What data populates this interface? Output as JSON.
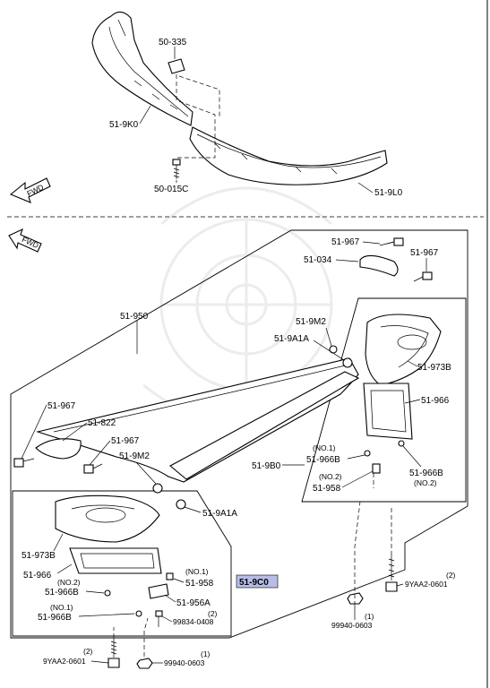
{
  "labels": {
    "p50_335": "50-335",
    "p51_9K0": "51-9K0",
    "p50_015C": "50-015C",
    "p51_9L0": "51-9L0",
    "fwd_top": "FWD",
    "fwd_mid": "FWD",
    "p51_950": "51-950",
    "p51_967_a": "51-967",
    "p51_034": "51-034",
    "p51_967_b": "51-967",
    "p51_9M2_a": "51-9M2",
    "p51_9A1A_a": "51-9A1A",
    "p51_973B_a": "51-973B",
    "p51_966_a": "51-966",
    "p51_967_c": "51-967",
    "p51_822": "51-822",
    "p51_967_d": "51-967",
    "p51_9M2_b": "51-9M2",
    "p51_9B0": "51-9B0",
    "no1_a": "(NO.1)",
    "p51_966B_a": "51-966B",
    "no2_a": "(NO.2)",
    "p51_958_a": "51-958",
    "p51_966B_b": "51-966B",
    "no2_b": "(NO.2)",
    "p51_9A1A_b": "51-9A1A",
    "p51_973B_b": "51-973B",
    "p51_966_b": "51-966",
    "no2_c": "(NO.2)",
    "p51_966B_c": "51-966B",
    "no1_b": "(NO.1)",
    "p51_958_b": "51-958",
    "p51_9C0": "51-9C0",
    "p51_956A": "51-956A",
    "no1_c": "(NO.1)",
    "p51_966B_d": "51-966B",
    "p99834_0408": "99834-0408",
    "qty2_a": "(2)",
    "p9YAA2_0601_a": "9YAA2-0601",
    "qty1_a": "(1)",
    "p99940_0603_a": "99940-0603",
    "qty2_b": "(2)",
    "p9YAA2_0601_b": "9YAA2-0601",
    "qty1_b": "(1)",
    "p99940_0603_b": "99940-0603"
  },
  "colors": {
    "highlight": "#b7bde6",
    "line": "#000000",
    "watermark": "#ececec"
  }
}
